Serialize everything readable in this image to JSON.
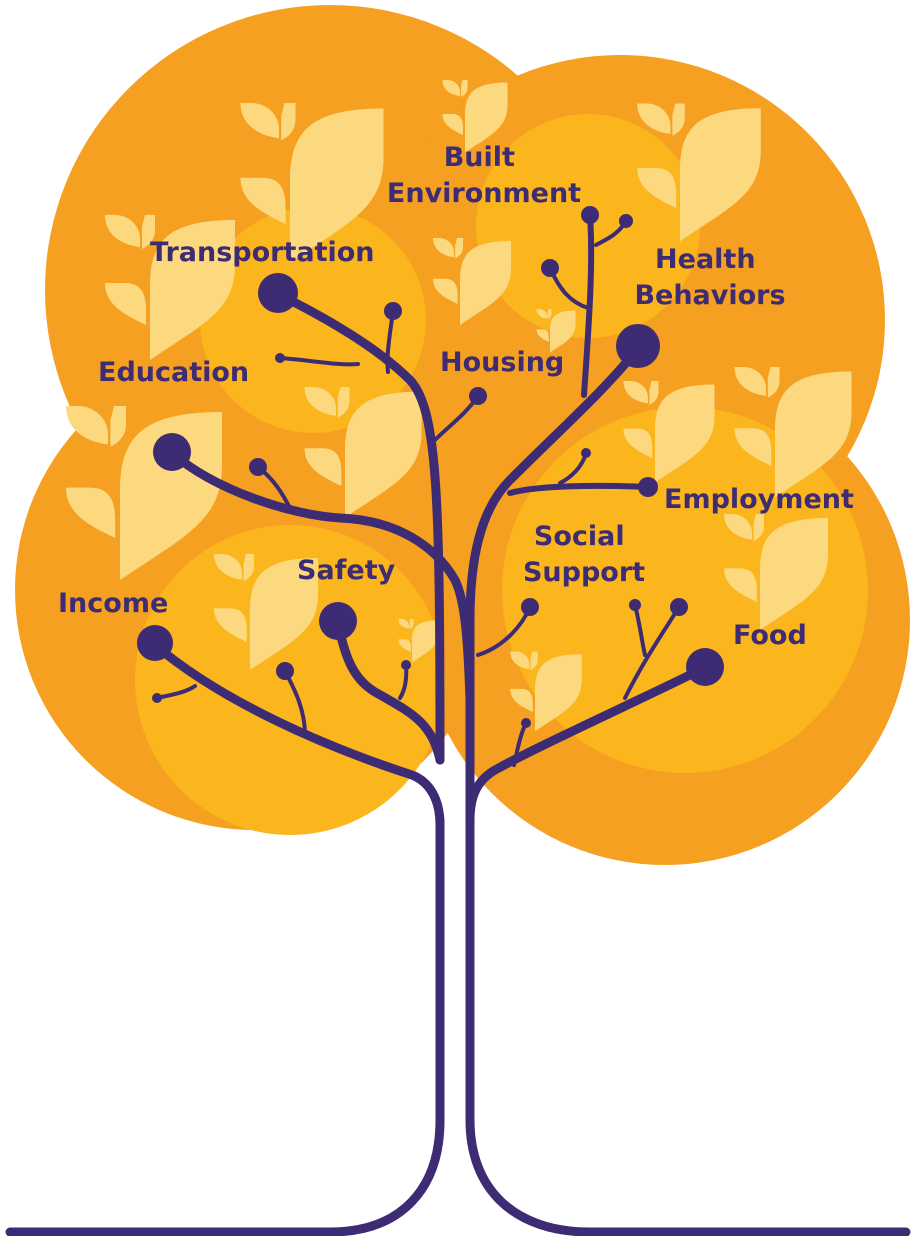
{
  "colors": {
    "canopy_outer": "#f5a021",
    "canopy_inner": "#fbb51d",
    "leaf": "#fcd97f",
    "trunk": "#3d2b73",
    "background": "#ffffff"
  },
  "labels": {
    "built_environment": [
      "Built",
      "Environment"
    ],
    "transportation": "Transportation",
    "health_behaviors": [
      "Health",
      "Behaviors"
    ],
    "education": "Education",
    "housing": "Housing",
    "employment": "Employment",
    "social_support": [
      "Social",
      "Support"
    ],
    "safety": "Safety",
    "income": "Income",
    "food": "Food"
  },
  "icons": {
    "leaf_cluster": "leaf-cluster-icon",
    "branch_node": "branch-node-icon"
  }
}
